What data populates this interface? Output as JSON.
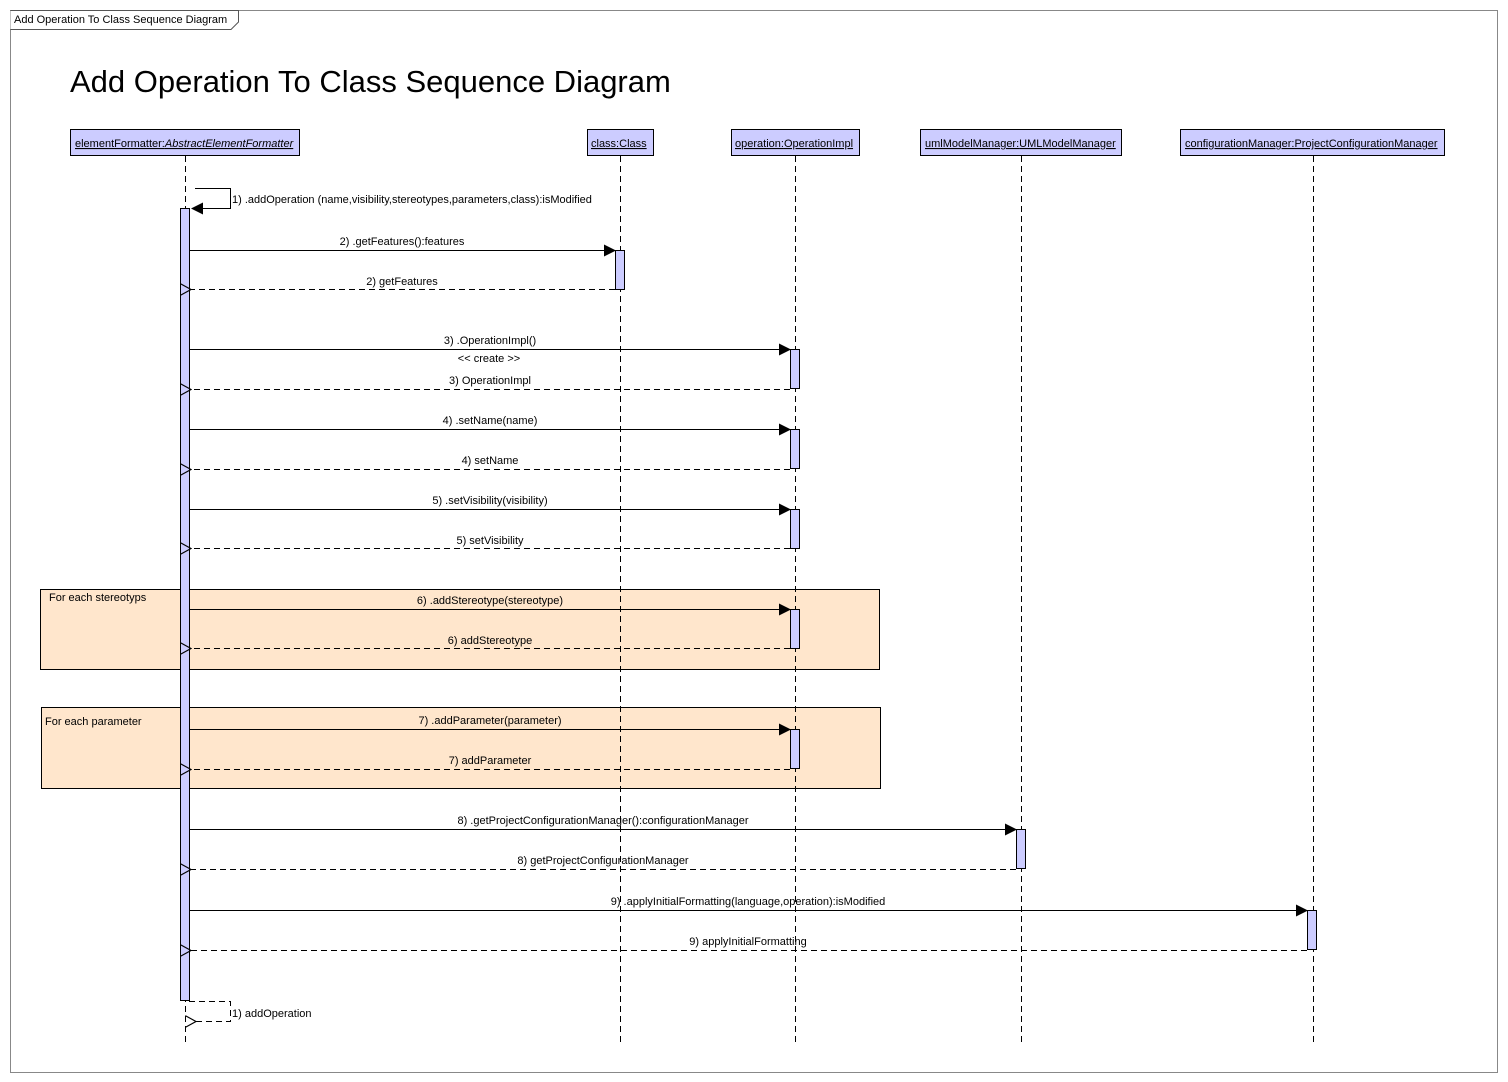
{
  "frame_tab": "Add Operation To Class Sequence Diagram",
  "title": "Add Operation To Class Sequence Diagram",
  "colors": {
    "lifeline_fill": "#CCCCFF",
    "fragment_fill": "#FFE6CC",
    "stroke": "#000000"
  },
  "lifelines": [
    {
      "id": "elementFormatter",
      "name_prefix": "elementFormatter:",
      "type": "AbstractElementFormatter",
      "type_italic": true
    },
    {
      "id": "class",
      "name_prefix": "class:",
      "type": "Class",
      "type_italic": false
    },
    {
      "id": "operation",
      "name_prefix": "operation:",
      "type": "OperationImpl",
      "type_italic": false
    },
    {
      "id": "umlModelManager",
      "name_prefix": "umlModelManager:",
      "type": "UMLModelManager",
      "type_italic": false
    },
    {
      "id": "configurationManager",
      "name_prefix": "configurationManager:",
      "type": "ProjectConfigurationManager",
      "type_italic": false
    }
  ],
  "fragments": [
    {
      "label": "For each stereotyps"
    },
    {
      "label": "For each parameter"
    }
  ],
  "messages": [
    {
      "label": "1) .addOperation  (name,visibility,stereotypes,parameters,class):isModified"
    },
    {
      "label": "2) .getFeatures():features"
    },
    {
      "label": "2) getFeatures"
    },
    {
      "label": "3) .OperationImpl()",
      "stereotype": "<< create >>"
    },
    {
      "label": "3) OperationImpl"
    },
    {
      "label": "4) .setName(name)"
    },
    {
      "label": "4) setName"
    },
    {
      "label": "5) .setVisibility(visibility)"
    },
    {
      "label": "5) setVisibility"
    },
    {
      "label": "6) .addStereotype(stereotype)"
    },
    {
      "label": "6) addStereotype"
    },
    {
      "label": "7) .addParameter(parameter)"
    },
    {
      "label": "7) addParameter"
    },
    {
      "label": "8) .getProjectConfigurationManager():configurationManager"
    },
    {
      "label": "8) getProjectConfigurationManager"
    },
    {
      "label": "9) .applyInitialFormatting(language,operation):isModified"
    },
    {
      "label": "9) applyInitialFormatting"
    },
    {
      "label": "1) addOperation"
    }
  ]
}
